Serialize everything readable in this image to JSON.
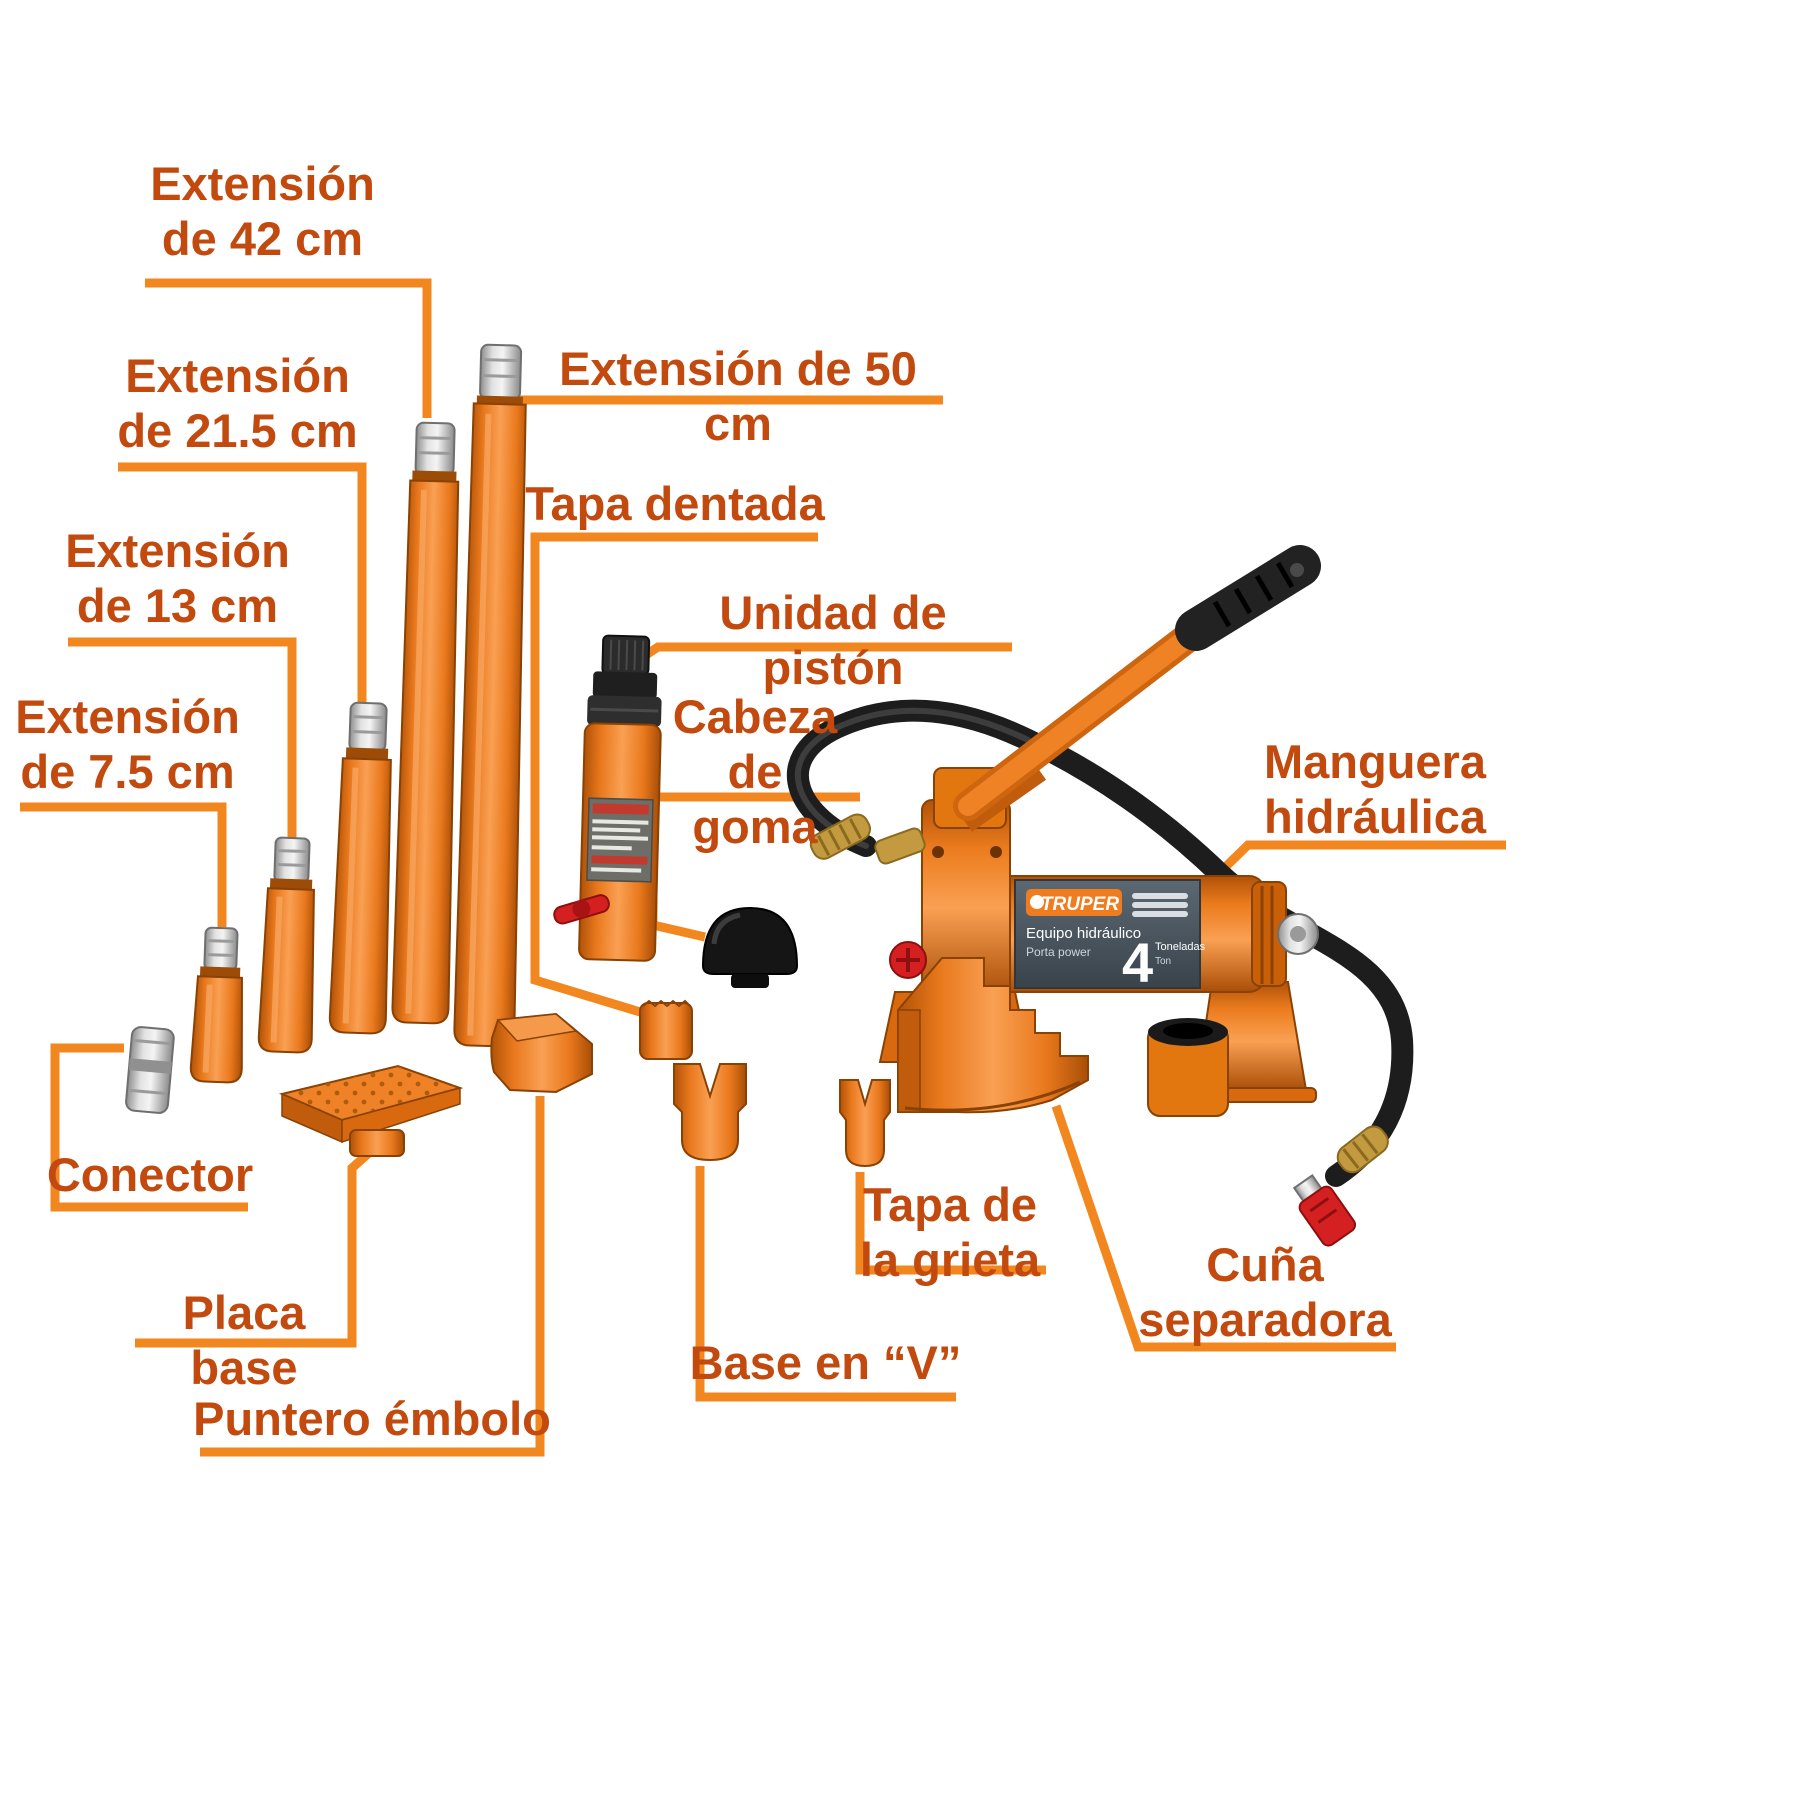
{
  "labels": {
    "extension_42": "Extensión\nde 42 cm",
    "extension_21_5": "Extensión\nde 21.5 cm",
    "extension_13": "Extensión\nde 13 cm",
    "extension_7_5": "Extensión\nde 7.5 cm",
    "extension_50": "Extensión de 50 cm",
    "tapa_dentada": "Tapa dentada",
    "unidad_piston": "Unidad de pistón",
    "cabeza_goma": "Cabeza de\ngoma",
    "manguera": "Manguera\nhidráulica",
    "conector": "Conector",
    "placa_base": "Placa base",
    "puntero_embolo": "Puntero émbolo",
    "base_v": "Base en “V”",
    "tapa_grieta": "Tapa de\nla grieta",
    "cuna_separadora": "Cuña\nseparadora"
  },
  "pump_sticker": {
    "brand": "TRUPER",
    "product": "Equipo hidráulico",
    "product_en": "Porta power",
    "capacity": "4",
    "capacity_unit": "Toneladas",
    "capacity_unit_en": "Ton"
  },
  "colors": {
    "label_text": "#c24a0e",
    "leader_line": "#f2871f",
    "tool_orange": "#ee7c1f"
  }
}
